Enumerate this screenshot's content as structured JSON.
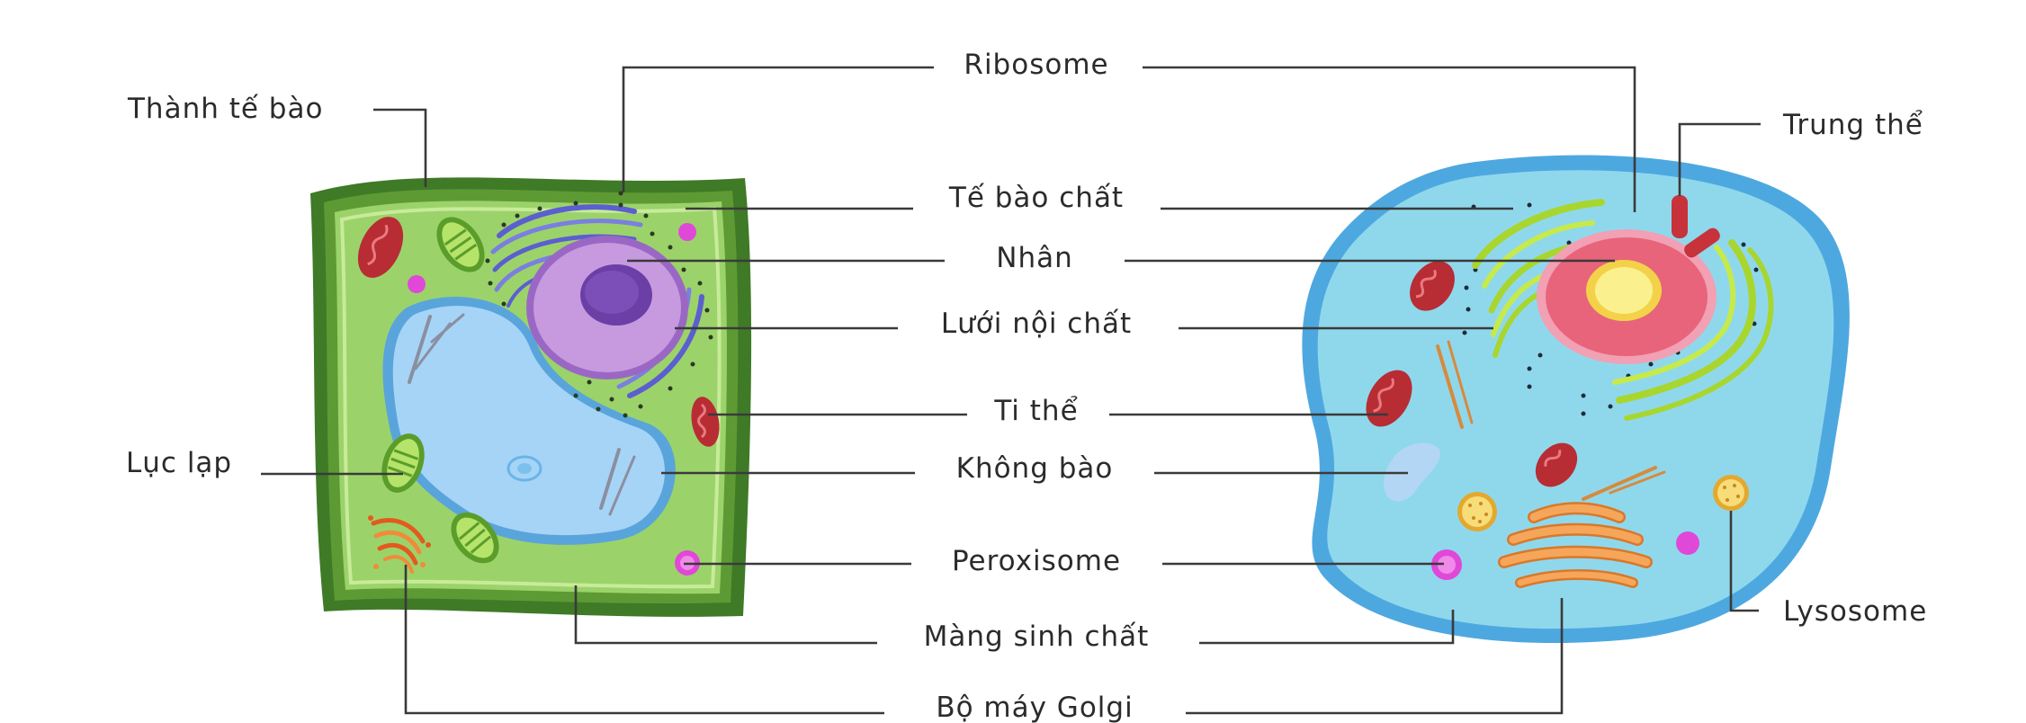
{
  "labels": {
    "ribosome": "Ribosome",
    "cytoplasm": "Tế bào chất",
    "nucleus": "Nhân",
    "er": "Lưới nội chất",
    "mitochondria": "Ti thể",
    "vacuole": "Không bào",
    "peroxisome": "Peroxisome",
    "membrane": "Màng sinh chất",
    "golgi": "Bộ máy Golgi",
    "cell_wall": "Thành tế bào",
    "chloroplast": "Lục lạp",
    "centrosome": "Trung thể",
    "lysosome": "Lysosome"
  },
  "colors": {
    "plant_wall": "#3f7a27",
    "plant_cytoplasm": "#9bd36a",
    "vacuole": "#8fc6f0",
    "nucleus_plant": "#b889d6",
    "animal_membrane": "#4ea8e0",
    "animal_cytoplasm": "#8fd8ec",
    "nucleus_animal": "#e8647a",
    "er": "#6a6fd8",
    "golgi": "#f29a48",
    "mitochondria": "#c8323a",
    "peroxisome": "#e048d8"
  }
}
